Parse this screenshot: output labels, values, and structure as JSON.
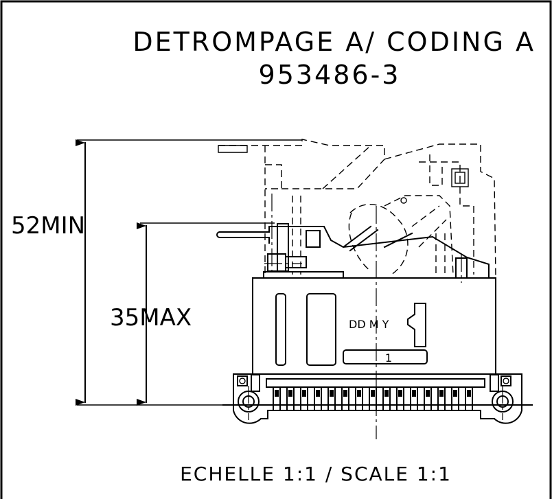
{
  "title": {
    "line1": "DETROMPAGE A/ CODING A",
    "line2": "953486-3"
  },
  "dimensions": {
    "overall_height": "52MIN",
    "body_height": "35MAX"
  },
  "marking": {
    "date_code": "DD M Y",
    "position_number": "1"
  },
  "footer": {
    "scale": "ECHELLE 1:1 / SCALE 1:1"
  }
}
